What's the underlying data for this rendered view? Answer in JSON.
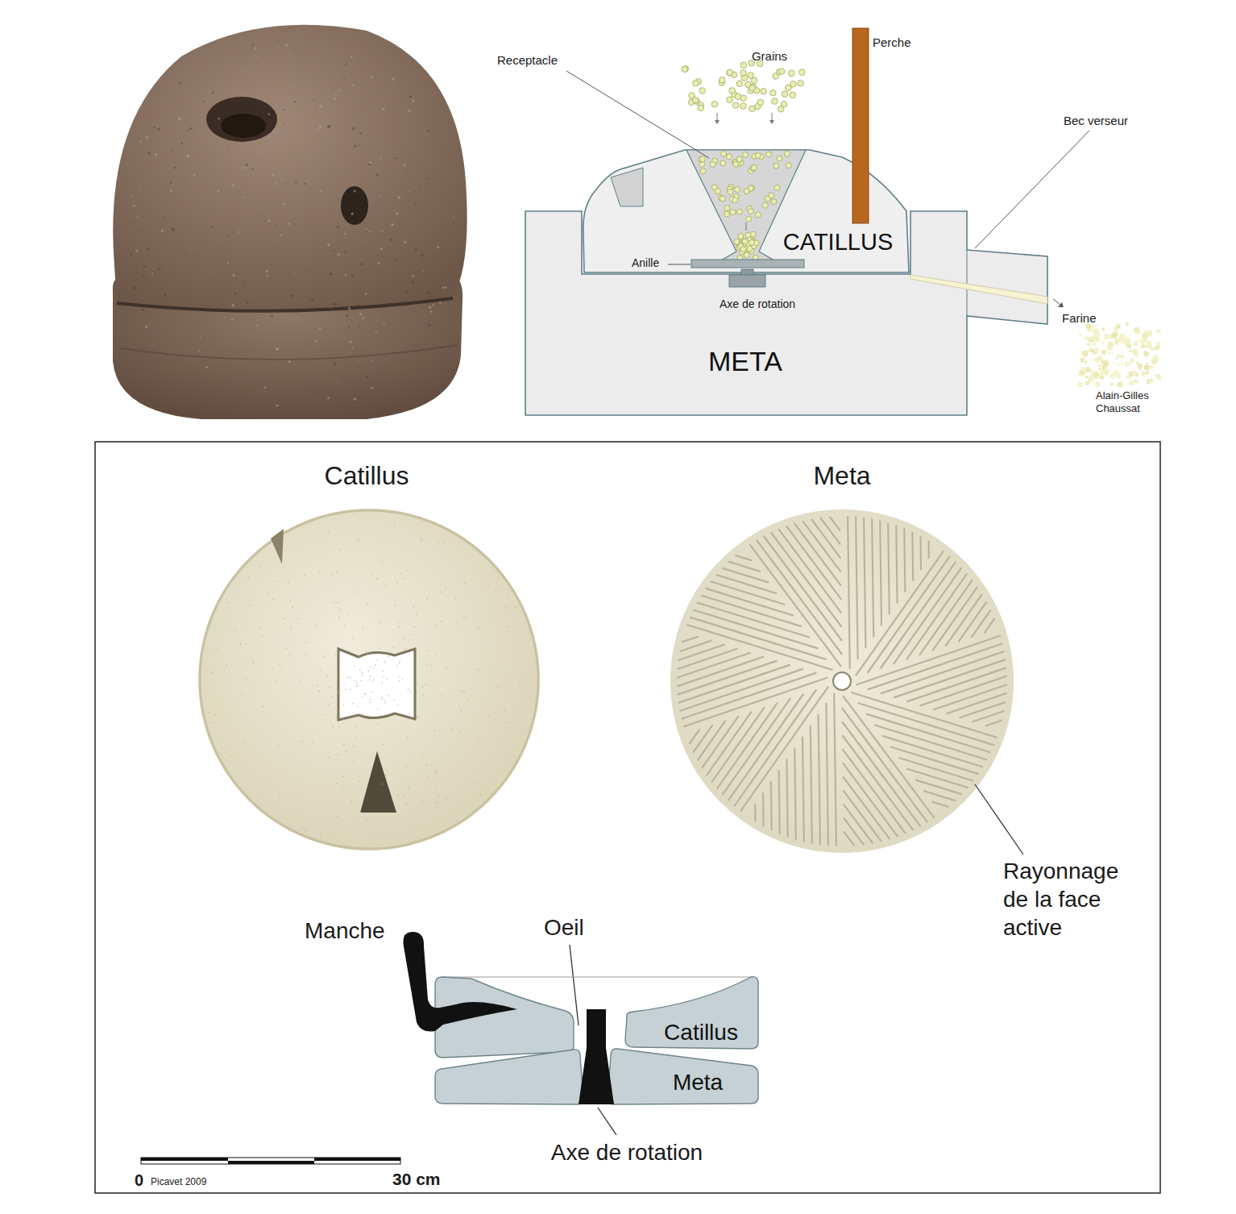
{
  "diagram": {
    "nodes": [
      {
        "text": [
          "CATILLUS"
        ]
      },
      {
        "text": [
          "META"
        ]
      },
      {
        "text": [
          "Catillus"
        ]
      },
      {
        "text": [
          "Meta"
        ]
      }
    ],
    "labels": [
      "Receptacle",
      "Grains",
      "Perche",
      "Bec verseur",
      "Anille",
      "Axe de rotation",
      "Farine",
      "Alain-Gilles Chaussat",
      "Catillus",
      "Meta",
      "Rayonnage de la face active",
      "Manche",
      "Oeil",
      "Axe de rotation",
      "0",
      "Picavet 2009",
      "30 cm"
    ]
  }
}
